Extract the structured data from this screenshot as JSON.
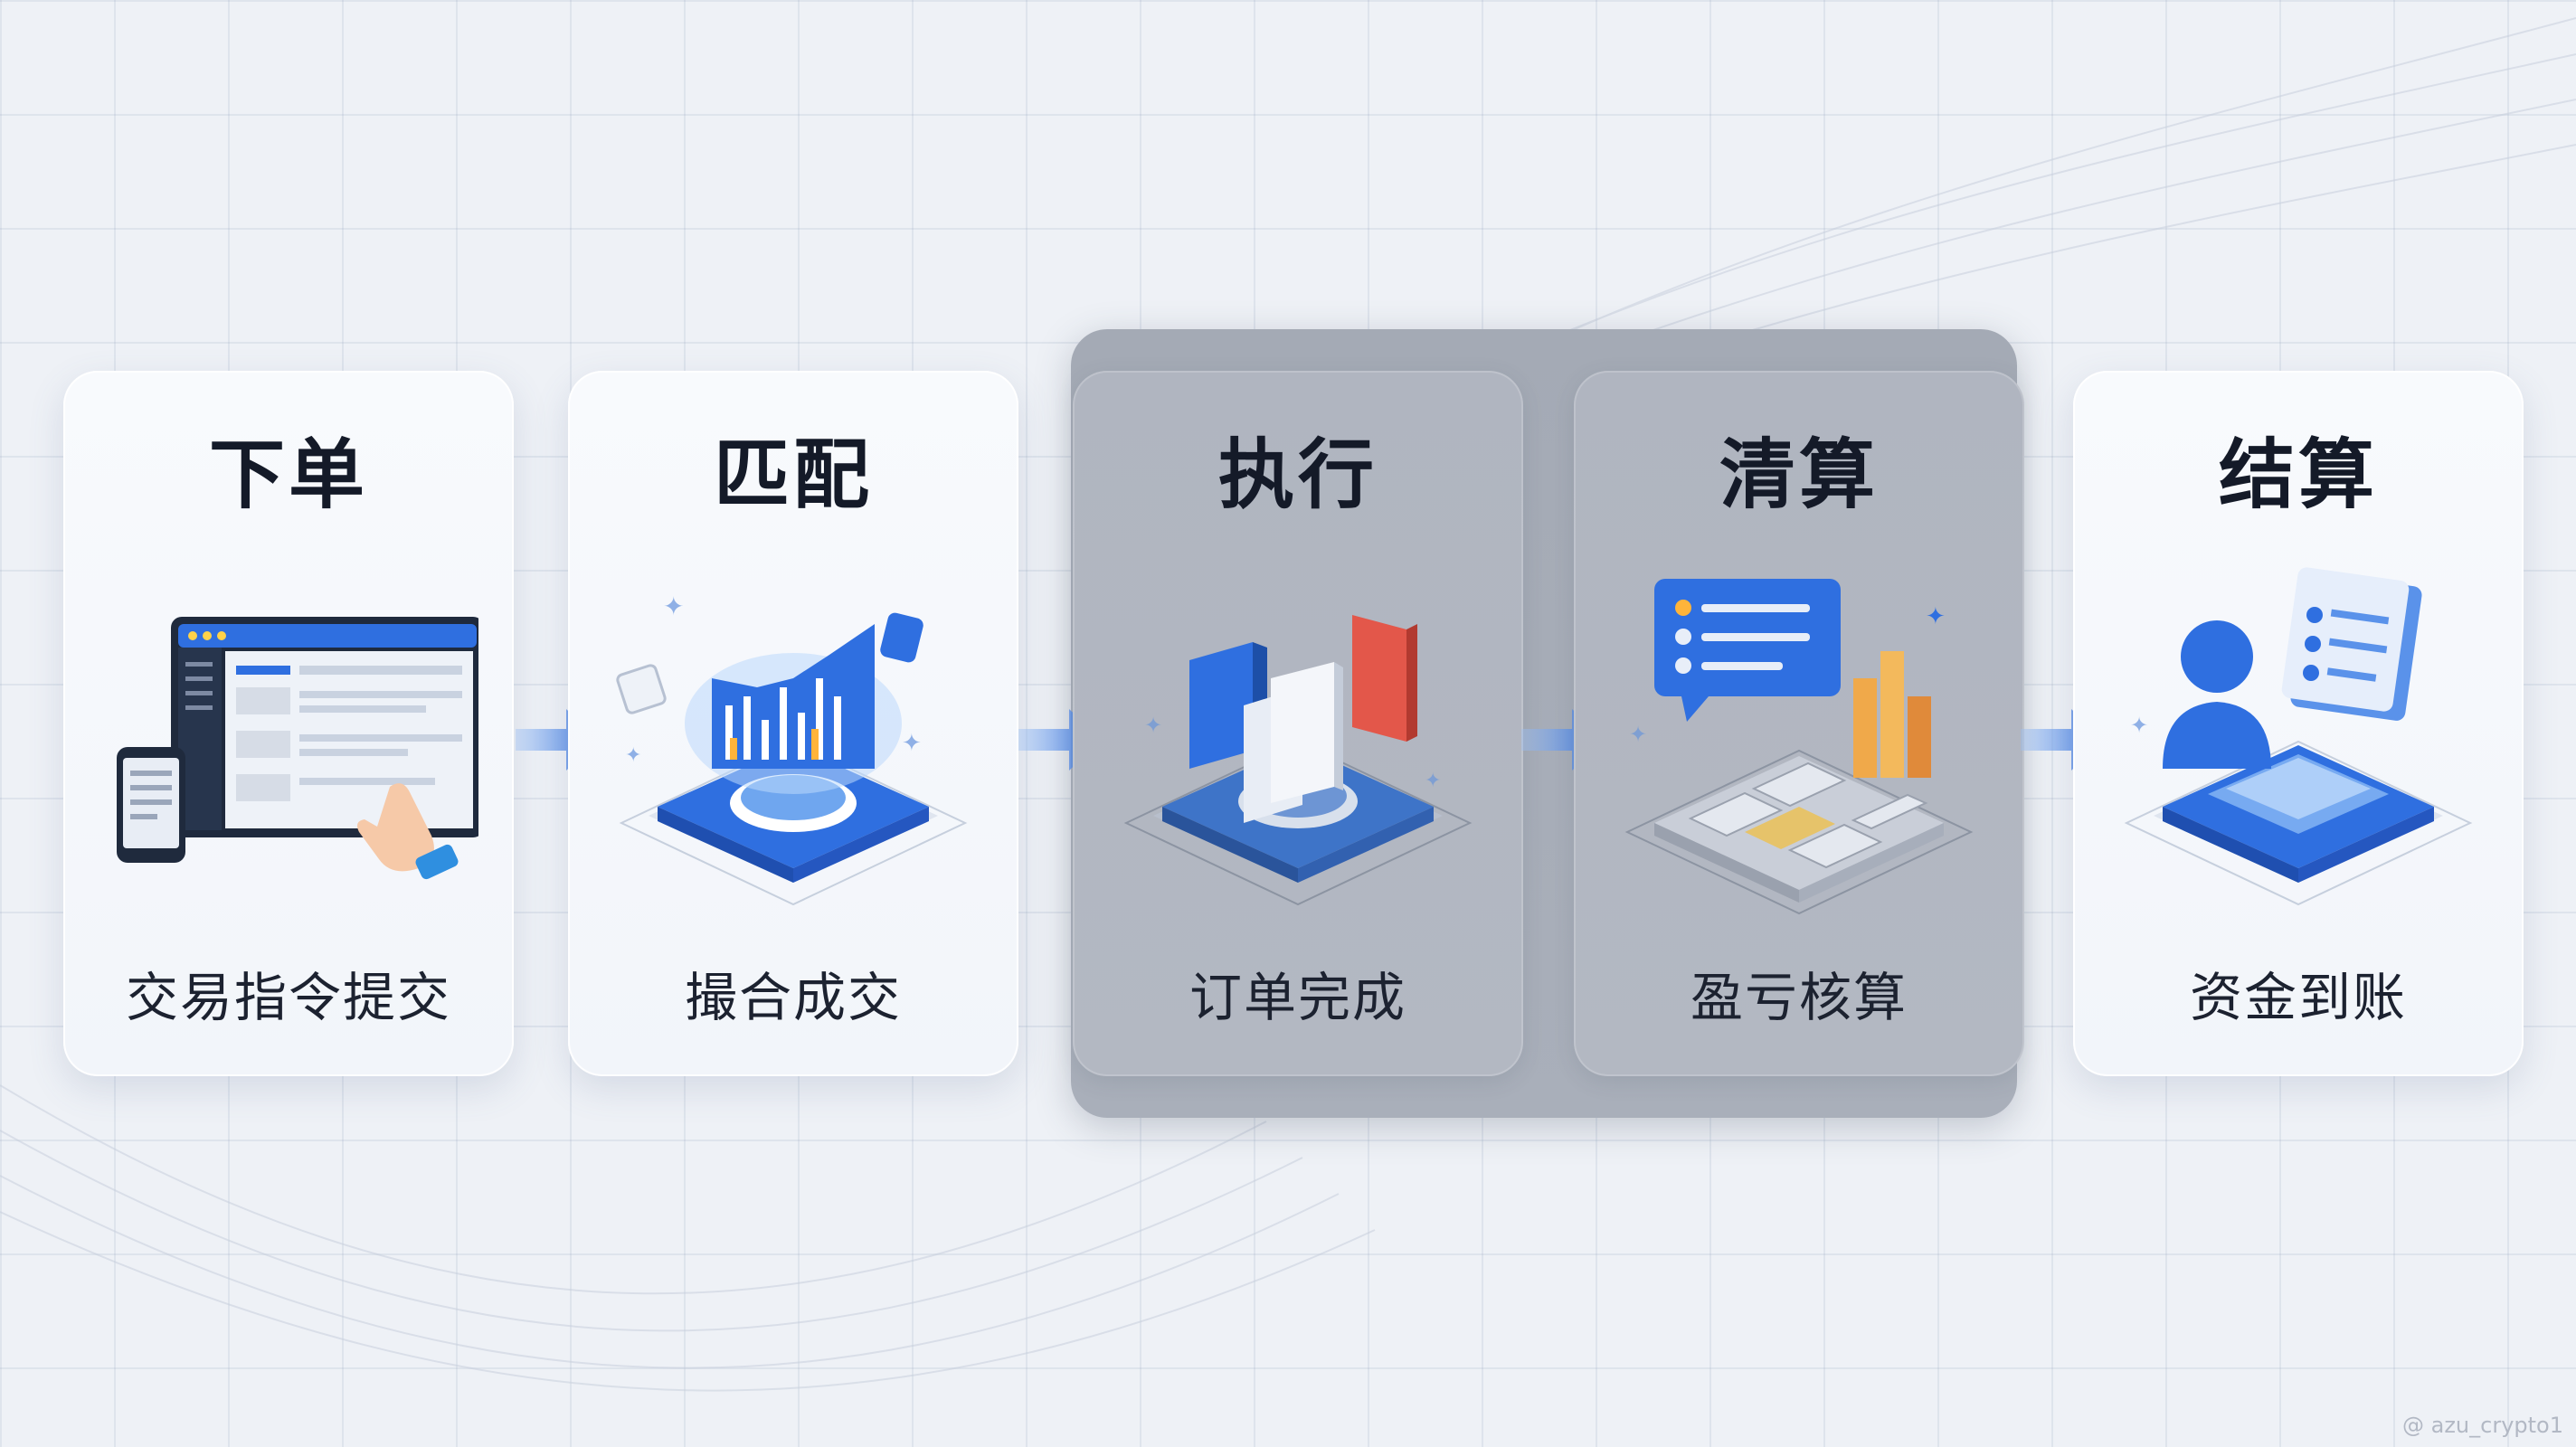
{
  "steps": [
    {
      "title": "下单",
      "subtitle": "交易指令提交",
      "icon": "order-screen-icon"
    },
    {
      "title": "匹配",
      "subtitle": "撮合成交",
      "icon": "matching-chart-icon"
    },
    {
      "title": "执行",
      "subtitle": "订单完成",
      "icon": "execution-documents-icon"
    },
    {
      "title": "清算",
      "subtitle": "盈亏核算",
      "icon": "clearing-calculator-icon"
    },
    {
      "title": "结算",
      "subtitle": "资金到账",
      "icon": "settlement-user-icon"
    }
  ],
  "highlighted_steps": [
    "执行",
    "清算"
  ],
  "watermark": "@ azu_crypto1",
  "colors": {
    "accent_blue": "#2f6fe0",
    "card_bg": "#f5f7fb",
    "highlight_bg": "#a7adb8",
    "title_text": "#141a28"
  }
}
